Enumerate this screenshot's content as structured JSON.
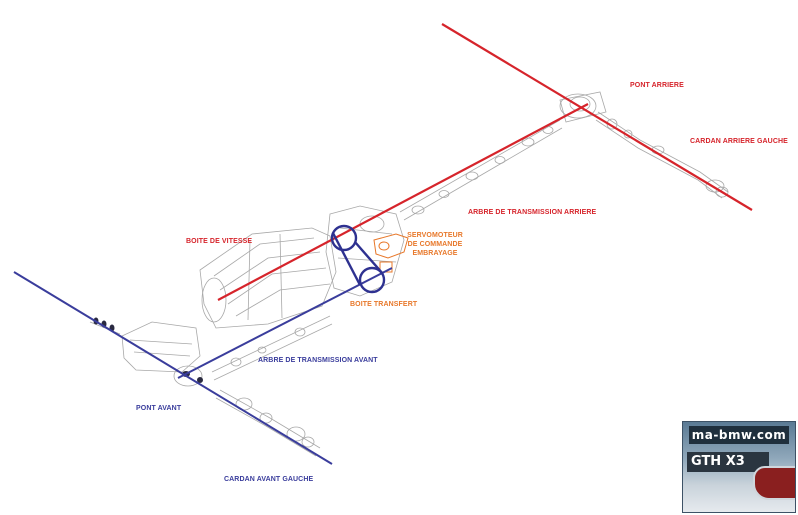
{
  "labels": {
    "pont_arriere": "PONT ARRIERE",
    "cardan_arriere_gauche": "CARDAN ARRIERE GAUCHE",
    "arbre_transmission_arriere": "ARBRE DE TRANSMISSION ARRIERE",
    "boite_de_vitesse": "BOITE DE VITESSE",
    "servomoteur_line1": "SERVOMOTEUR",
    "servomoteur_line2": "DE COMMANDE",
    "servomoteur_line3": "EMBRAYAGE",
    "boite_transfert": "BOITE TRANSFERT",
    "arbre_transmission_avant": "ARBRE DE TRANSMISSION AVANT",
    "pont_avant": "PONT AVANT",
    "cardan_avant_gauche": "CARDAN AVANT GAUCHE"
  },
  "logo": {
    "site": "ma-bmw.com",
    "badge": "GTH X3"
  },
  "colors": {
    "rear_line": "#d6242b",
    "front_line": "#3a3d9c",
    "servo": "#e8782a",
    "drawing": "#9a9a9a"
  }
}
